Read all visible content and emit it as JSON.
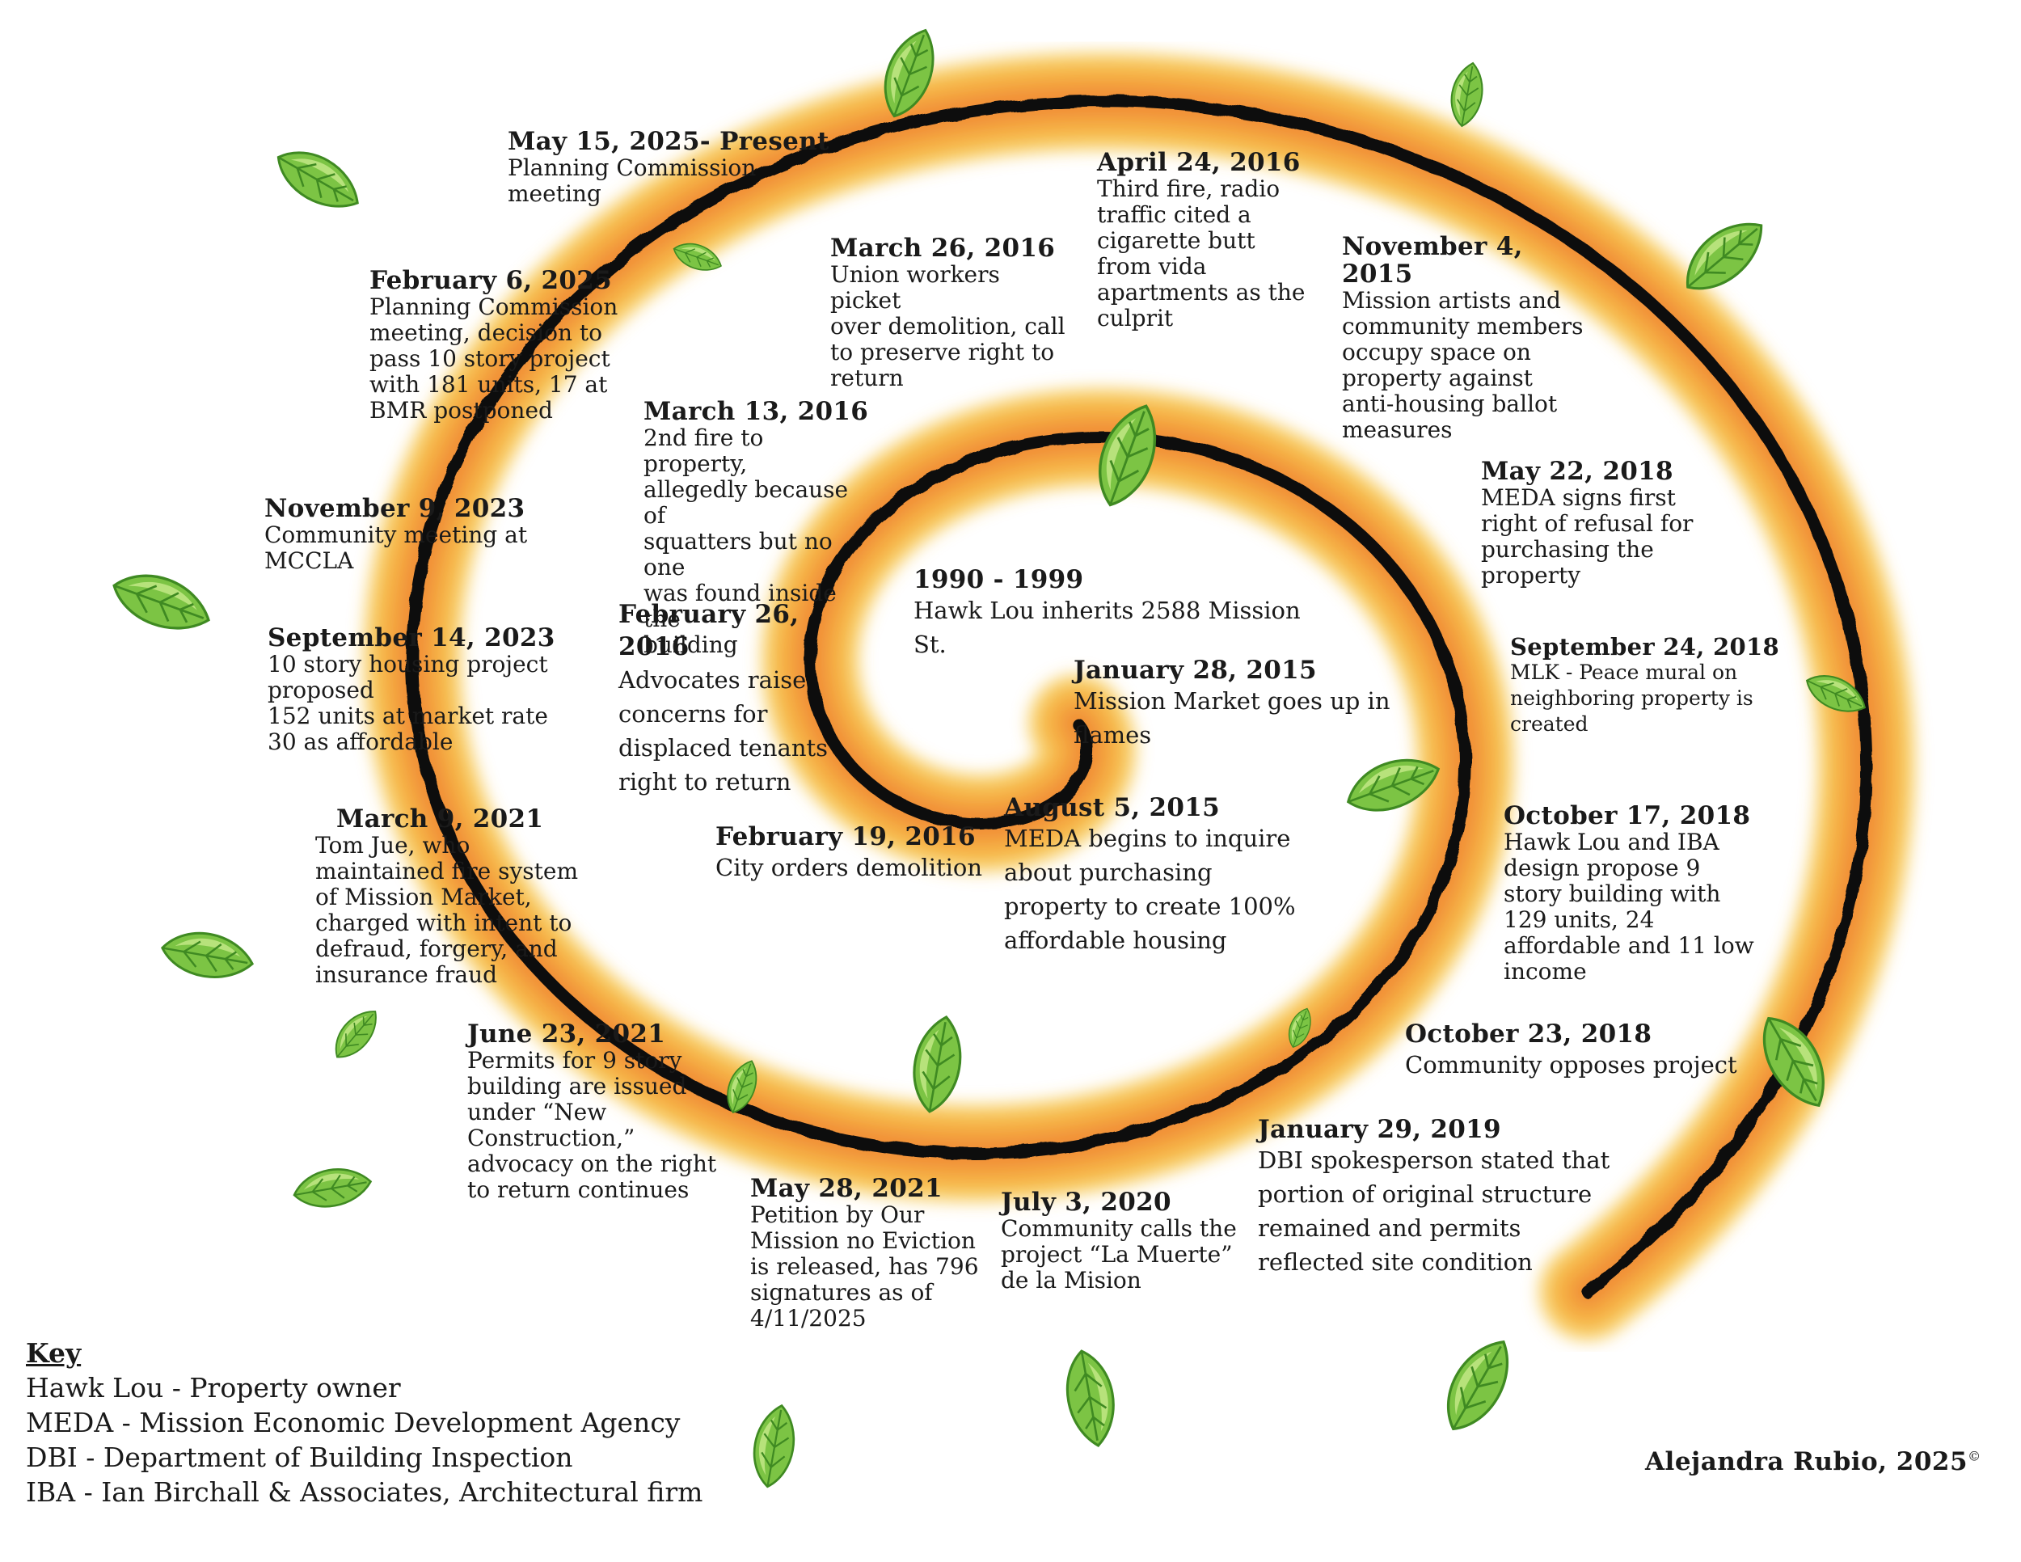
{
  "colors": {
    "band_outer": "#f7c64a",
    "band_mid": "#f4a43a",
    "band_inner": "#ee7a2e",
    "spiral_line": "#111111",
    "leaf": "#7cc444",
    "leaf_dark": "#3f8a22",
    "leaf_light": "#c5ea8a"
  },
  "events": [
    {
      "date": "May 15, 2025- Present",
      "text": "Planning Commission\nmeeting"
    },
    {
      "date": "February 6, 2025",
      "text": "Planning Commission\nmeeting, decision to\npass 10 story project\nwith 181 units, 17 at\nBMR postponed"
    },
    {
      "date": "November 9, 2023",
      "text": "Community meeting at MCCLA"
    },
    {
      "date": "September 14, 2023",
      "text": "10 story housing project\nproposed\n152 units at market rate\n30 as affordable"
    },
    {
      "date": "March 9, 2021",
      "text": "Tom Jue, who\nmaintained fire system\nof Mission Market,\ncharged with intent to\ndefraud, forgery, and\ninsurance fraud"
    },
    {
      "date": "June 23, 2021",
      "text": "Permits for 9 story\nbuilding are issued\nunder “New\nConstruction,”\nadvocacy on the right\nto return continues"
    },
    {
      "date": "May 28, 2021",
      "text": "Petition by Our\nMission no Eviction\nis released, has 796\nsignatures as of\n4/11/2025"
    },
    {
      "date": "July 3, 2020",
      "text": "Community calls the\nproject “La Muerte”\nde la Mision"
    },
    {
      "date": "January 29, 2019",
      "text": "DBI spokesperson stated that\nportion of original structure\nremained and permits\nreflected site condition"
    },
    {
      "date": "October 23, 2018",
      "text": "Community opposes project"
    },
    {
      "date": "October 17, 2018",
      "text": "Hawk Lou and IBA\ndesign propose 9\nstory building with\n129 units, 24\naffordable and 11 low\nincome"
    },
    {
      "date": "September 24,\n2018",
      "text": "MLK - Peace mural on\nneighboring property is\ncreated"
    },
    {
      "date": "May 22, 2018",
      "text": "MEDA signs first\nright of refusal for\npurchasing the\nproperty"
    },
    {
      "date": "November 4,\n2015",
      "text": "Mission artists and\ncommunity members\noccupy space on\nproperty against\nanti-housing ballot\nmeasures"
    },
    {
      "date": "April 24, 2016",
      "text": "Third fire, radio\ntraffic cited a\ncigarette butt\nfrom vida\napartments as the\nculprit"
    },
    {
      "date": "March 26, 2016",
      "text": "Union workers picket\nover demolition, call\nto preserve right to\nreturn"
    },
    {
      "date": "March 13, 2016",
      "text": "2nd fire to property,\nallegedly because of\nsquatters but no one\nwas found inside the\nbuilding"
    },
    {
      "date": "February 26,\n2016",
      "text": "Advocates raise\nconcerns for\ndisplaced tenants\nright to return"
    },
    {
      "date": "February 19, 2016",
      "text": "City orders demolition"
    },
    {
      "date": "1990 - 1999",
      "text": "Hawk Lou inherits 2588 Mission St."
    },
    {
      "date": "January 28, 2015",
      "text": "Mission Market goes up in\nflames"
    },
    {
      "date": "August 5, 2015",
      "text": "MEDA begins to inquire\nabout purchasing\nproperty to create 100%\naffordable housing"
    }
  ],
  "key": {
    "title": "Key",
    "items": [
      "Hawk Lou - Property owner",
      "MEDA - Mission Economic Development Agency",
      "DBI - Department of Building Inspection",
      "IBA - Ian Birchall & Associates, Architectural firm"
    ]
  },
  "credit": "Alejandra Rubio, 2025",
  "credit_mark": "©"
}
